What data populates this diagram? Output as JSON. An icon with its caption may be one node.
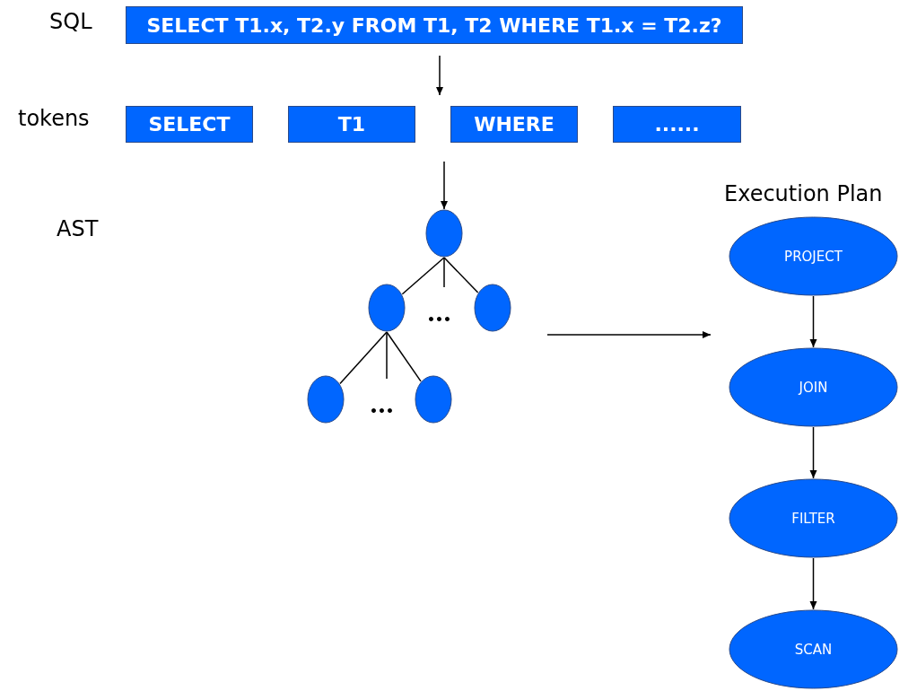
{
  "diagram": {
    "nodes": [
      {
        "text": [
          "SELECT T1.x, T2.y FROM T1, T2 WHERE T1.x = T2.z?"
        ]
      },
      {
        "text": [
          "SELECT"
        ]
      },
      {
        "text": [
          "T1"
        ]
      },
      {
        "text": [
          "WHERE"
        ]
      },
      {
        "text": [
          "......"
        ]
      },
      {
        "text": [],
        "shape": "circle"
      },
      {
        "text": [],
        "shape": "circle"
      },
      {
        "text": [],
        "shape": "circle"
      },
      {
        "text": [],
        "shape": "circle"
      },
      {
        "text": [],
        "shape": "circle"
      },
      {
        "text": [
          "PROJECT"
        ]
      },
      {
        "text": [
          "JOIN"
        ]
      },
      {
        "text": [
          "FILTER"
        ]
      },
      {
        "text": [
          "SCAN"
        ]
      }
    ],
    "edges": [
      {
        "from": null,
        "to": 5,
        "arrow": "to"
      },
      {
        "from": 5,
        "to": 6,
        "arrow": "none"
      },
      {
        "from": 5,
        "to": null,
        "arrow": "none"
      },
      {
        "from": 5,
        "to": 7,
        "arrow": "none"
      },
      {
        "from": 6,
        "to": 8,
        "arrow": "none"
      },
      {
        "from": 6,
        "to": null,
        "arrow": "none"
      },
      {
        "from": 6,
        "to": 9,
        "arrow": "none"
      },
      {
        "from": 10,
        "to": 11,
        "arrow": "to"
      },
      {
        "from": 11,
        "to": 12,
        "arrow": "to"
      },
      {
        "from": 12,
        "to": 13,
        "arrow": "to"
      }
    ],
    "labels": [
      "SQL",
      "tokens",
      "AST",
      "•••",
      "•••",
      "Execution Plan"
    ]
  }
}
